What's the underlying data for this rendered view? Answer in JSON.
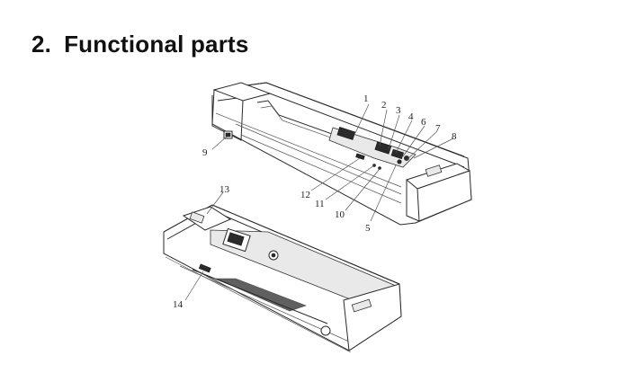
{
  "heading": {
    "number": "2.",
    "title": "Functional parts"
  },
  "callouts": {
    "c1": "1",
    "c2": "2",
    "c3": "3",
    "c4": "4",
    "c5": "5",
    "c6": "6",
    "c7": "7",
    "c8": "8",
    "c9": "9",
    "c10": "10",
    "c11": "11",
    "c12": "12",
    "c13": "13",
    "c14": "14"
  }
}
